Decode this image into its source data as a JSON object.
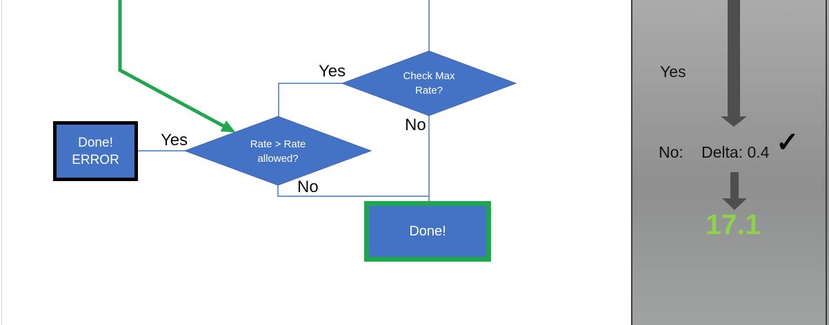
{
  "flowchart": {
    "check_max": {
      "label": "Check Max\nRate?"
    },
    "rate_allowed": {
      "label": "Rate > Rate\nallowed?"
    },
    "done_error": {
      "label": "Done!\nERROR"
    },
    "done": {
      "label": "Done!"
    },
    "branch_labels": {
      "check_max_yes": "Yes",
      "check_max_no": "No",
      "rate_allowed_yes": "Yes",
      "rate_allowed_no": "No"
    }
  },
  "panel": {
    "yes_label": "Yes",
    "no_label": "No:",
    "delta_value": "Delta: 0.4",
    "check_icon": "✓",
    "result_value": "17.1"
  },
  "colors": {
    "node_fill_blue": "#4472C4",
    "connector_blue": "#4472C4",
    "highlight_green": "#1FA64F",
    "result_green": "#8ED14B",
    "arrow_gray": "#4E4E4E",
    "panel_border_gray": "#3A3A3A"
  }
}
